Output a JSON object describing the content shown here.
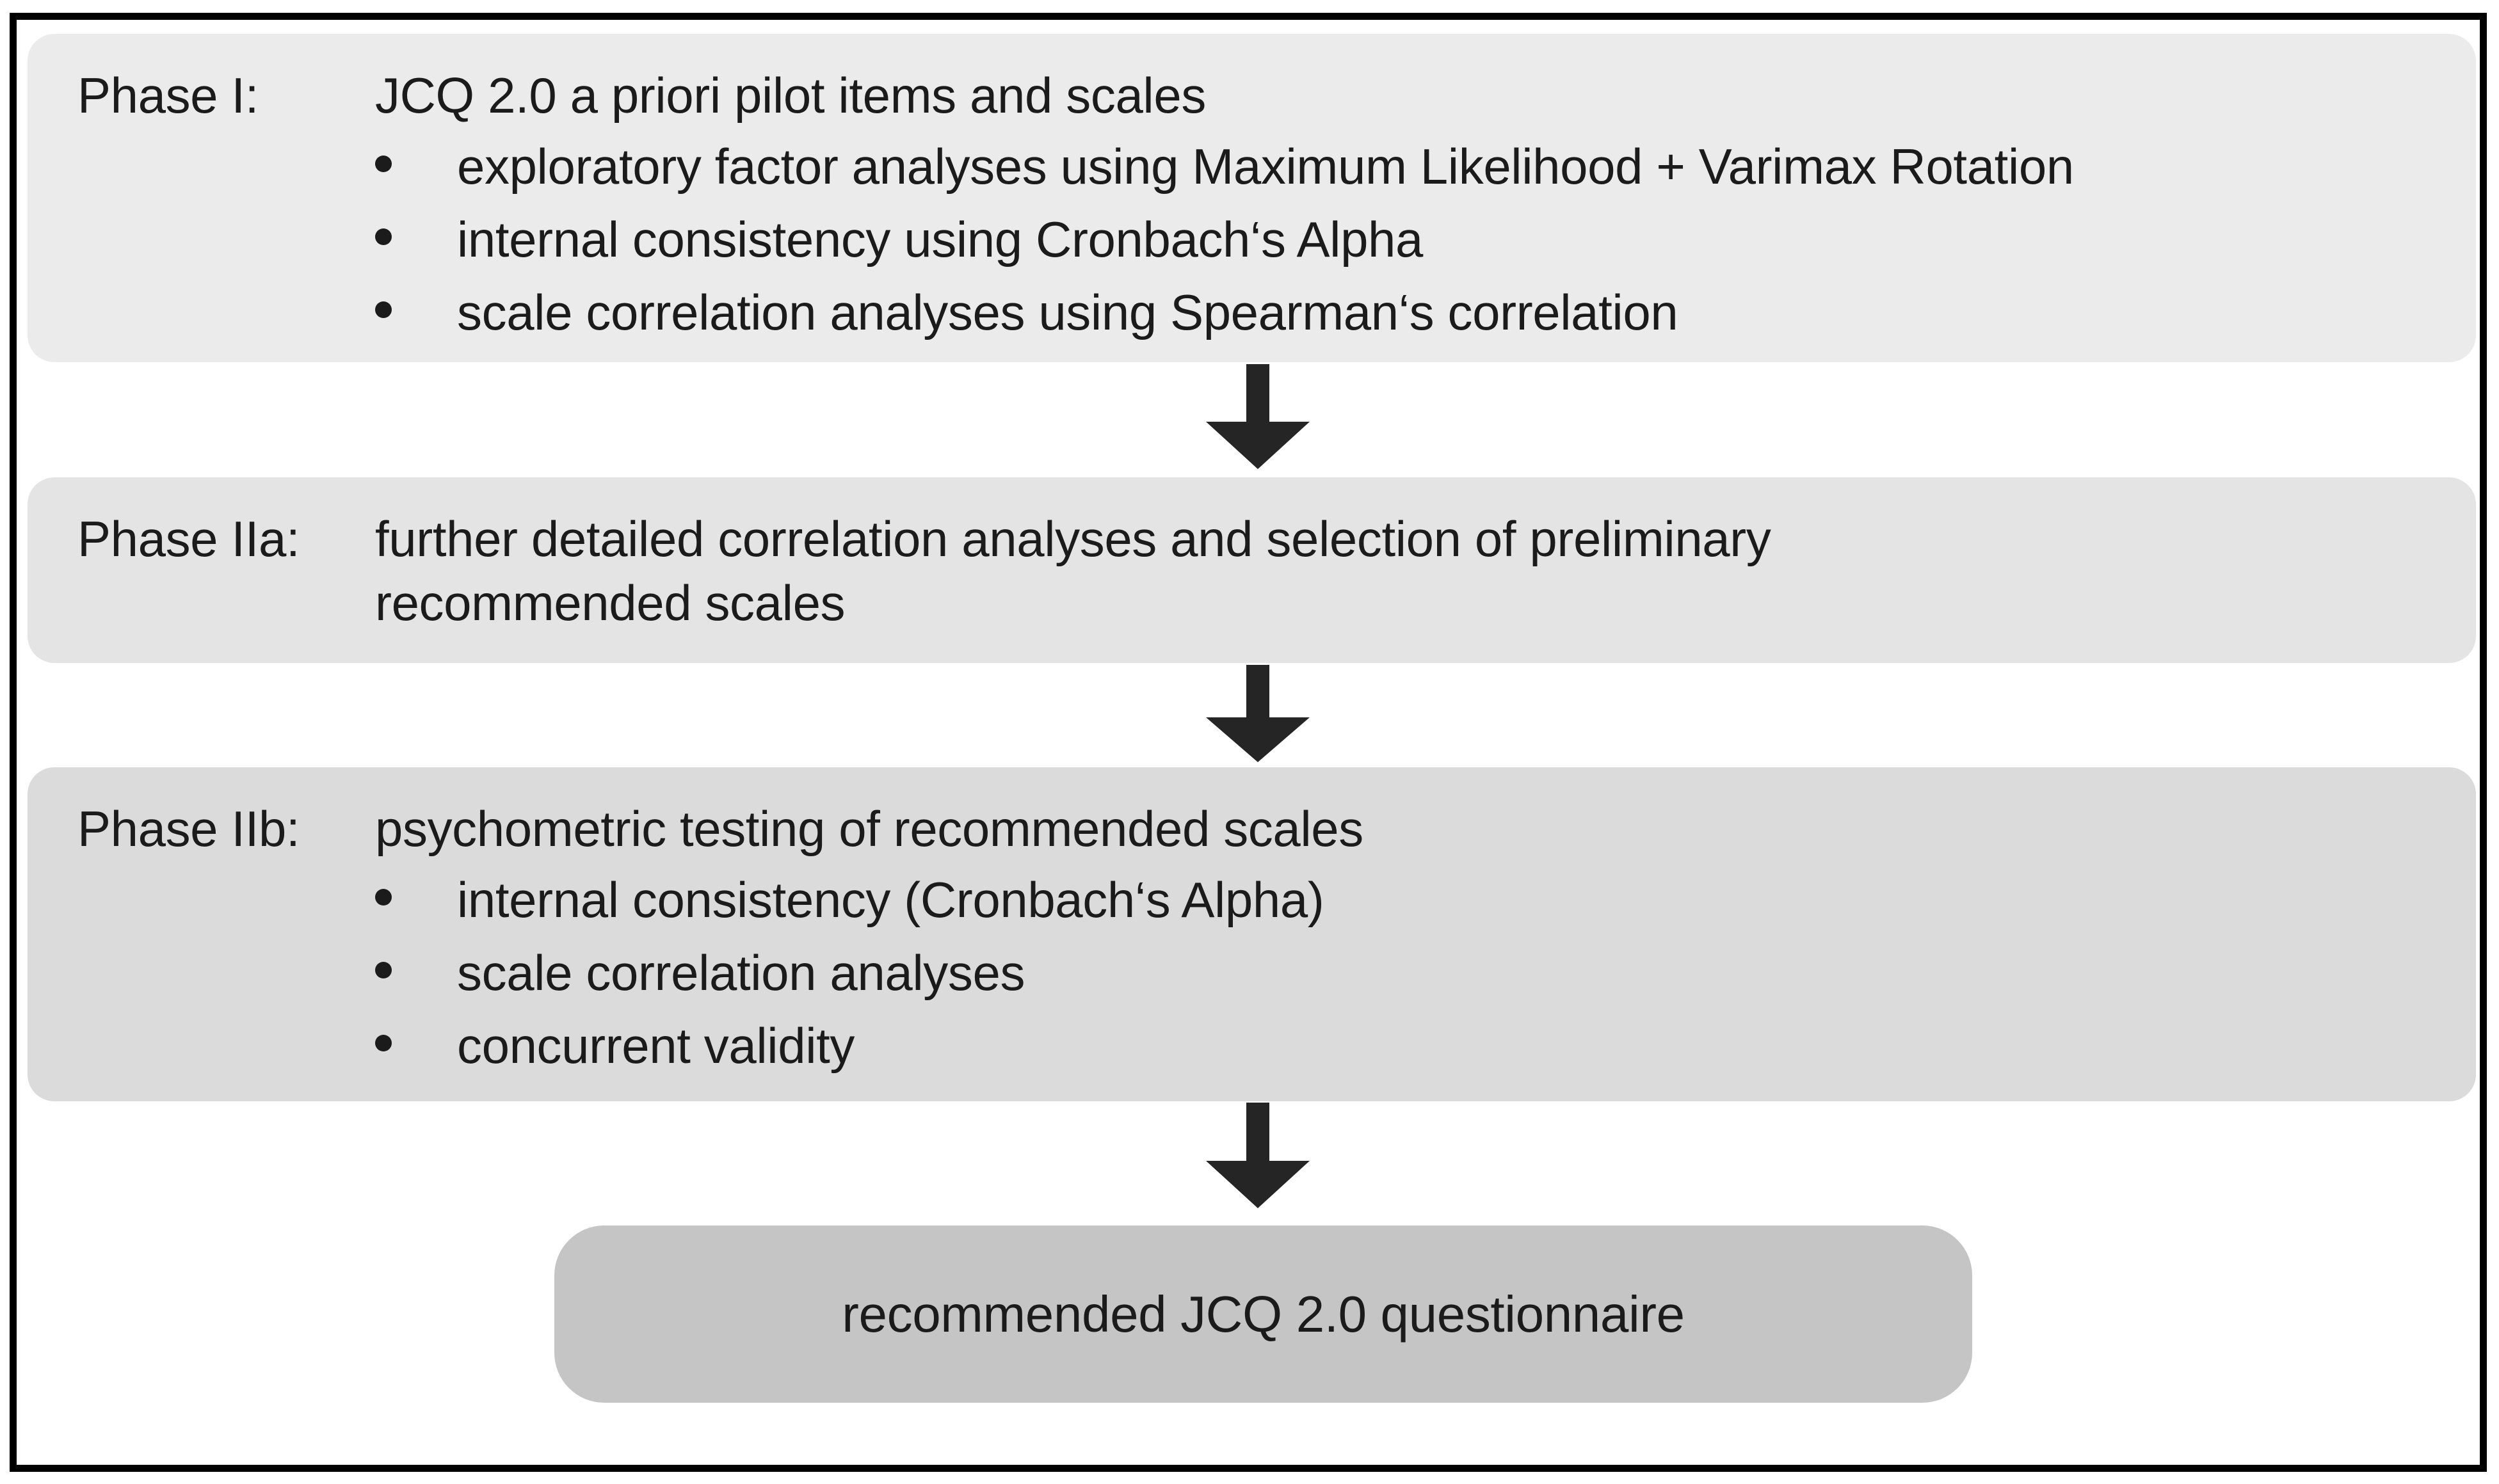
{
  "figure": {
    "title": "JCQ 2.0 development and validation phases flowchart",
    "border_color": "#000000",
    "background": "#ffffff"
  },
  "phases": [
    {
      "id": "phase-1",
      "label": "Phase I:",
      "headline": "JCQ 2.0 a priori pilot items and scales",
      "background": "#ebebeb",
      "bullets": [
        "exploratory factor analyses using Maximum Likelihood + Varimax Rotation",
        "internal consistency using Cronbach‘s Alpha",
        "scale correlation analyses using Spearman‘s correlation"
      ]
    },
    {
      "id": "phase-2a",
      "label": "Phase IIa:",
      "headline": "further detailed correlation analyses and selection of preliminary",
      "subline": "recommended scales",
      "background": "#e4e4e4",
      "bullets": []
    },
    {
      "id": "phase-2b",
      "label": "Phase IIb:",
      "headline": "psychometric testing of recommended scales",
      "background": "#dbdbdb",
      "bullets": [
        "internal consistency (Cronbach‘s Alpha)",
        "scale correlation analyses",
        "concurrent validity"
      ]
    }
  ],
  "arrows": [
    {
      "id": "arrow-1",
      "icon": "down-arrow-icon",
      "color": "#252525"
    },
    {
      "id": "arrow-2",
      "icon": "down-arrow-icon",
      "color": "#252525"
    },
    {
      "id": "arrow-3",
      "icon": "down-arrow-icon",
      "color": "#252525"
    }
  ],
  "result": {
    "label": "recommended JCQ 2.0 questionnaire",
    "background": "#c5c5c5"
  },
  "colors": {
    "text": "#1b1b1b",
    "border": "#000000",
    "arrow": "#252525",
    "phase_1_bg": "#ebebeb",
    "phase_2a_bg": "#e4e4e4",
    "phase_2b_bg": "#dbdbdb",
    "result_bg": "#c5c5c5"
  }
}
